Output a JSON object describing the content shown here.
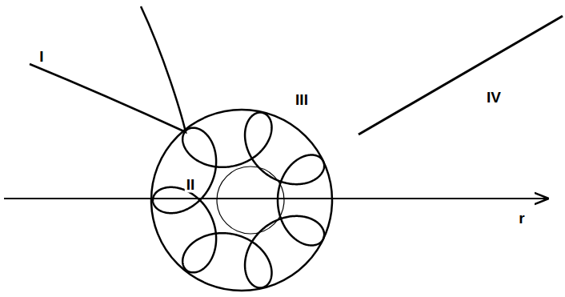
{
  "diagram": {
    "labels": [
      "I",
      "II",
      "III",
      "IV",
      "r"
    ]
  }
}
